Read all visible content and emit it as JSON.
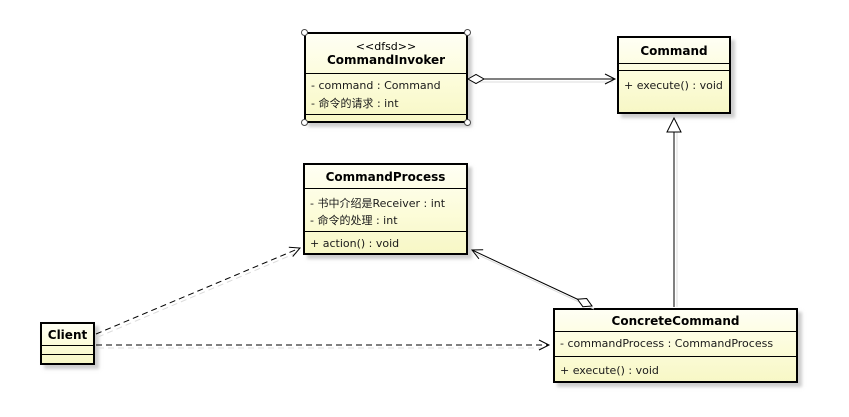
{
  "diagram": {
    "kind": "uml-class-diagram",
    "pattern": "Command pattern",
    "background": "#ffffff"
  },
  "colors": {
    "class_fill_top": "#fffff4",
    "class_fill_bottom": "#f7f7c6",
    "class_border": "#000000",
    "line": "#000000",
    "line_shadow": "#dcdcdc",
    "shadow": "#a5a5a5",
    "selection_handle_fill": "#ffffff"
  },
  "classes": {
    "command_invoker": {
      "stereotype": "<<dfsd>>",
      "name": "CommandInvoker",
      "attributes": [
        "- command : Command",
        "- 命令的请求 : int"
      ],
      "operations": [],
      "selected": true
    },
    "command": {
      "name": "Command",
      "attributes": [],
      "operations": [
        "+ execute() : void"
      ]
    },
    "command_process": {
      "name": "CommandProcess",
      "attributes": [
        "- 书中介绍是Receiver : int",
        "- 命令的处理 : int"
      ],
      "operations": [
        "+ action() : void"
      ]
    },
    "client": {
      "name": "Client",
      "attributes": [],
      "operations": []
    },
    "concrete_command": {
      "name": "ConcreteCommand",
      "attributes": [
        "- commandProcess : CommandProcess"
      ],
      "operations": [
        "+ execute() : void"
      ]
    }
  },
  "relationships": [
    {
      "type": "aggregation",
      "from": "CommandInvoker",
      "to": "Command",
      "line": "solid",
      "source_end": "hollow-diamond",
      "target_end": "open-arrow"
    },
    {
      "type": "generalization",
      "from": "ConcreteCommand",
      "to": "Command",
      "line": "solid",
      "target_end": "hollow-triangle"
    },
    {
      "type": "aggregation",
      "from": "ConcreteCommand",
      "to": "CommandProcess",
      "line": "solid",
      "source_end": "hollow-diamond",
      "target_end": "open-arrow"
    },
    {
      "type": "dependency",
      "from": "Client",
      "to": "CommandProcess",
      "line": "dashed",
      "target_end": "open-arrow"
    },
    {
      "type": "dependency",
      "from": "Client",
      "to": "ConcreteCommand",
      "line": "dashed",
      "target_end": "open-arrow"
    }
  ]
}
